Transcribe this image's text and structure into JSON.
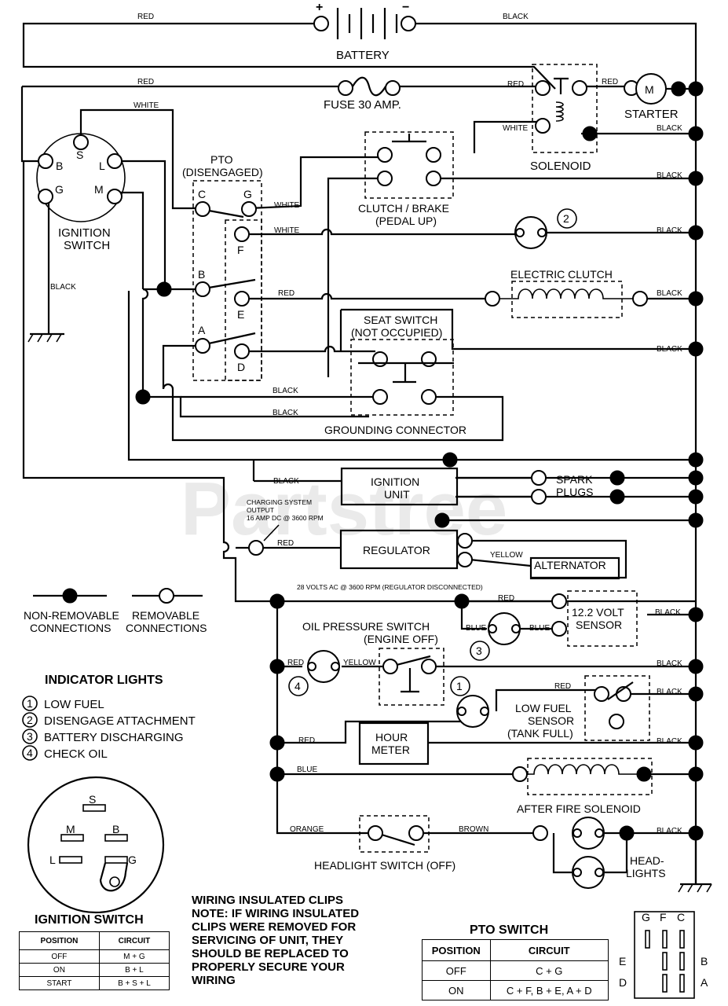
{
  "watermark": "Partstree",
  "labels": {
    "battery": "BATTERY",
    "plus": "+",
    "minus": "−",
    "fuse": "FUSE 30 AMP.",
    "starter": "STARTER",
    "motor": "M",
    "solenoid": "SOLENOID",
    "ignition_switch": [
      "IGNITION",
      "SWITCH"
    ],
    "pto": [
      "PTO",
      "(DISENGAGED)"
    ],
    "clutch_brake": [
      "CLUTCH / BRAKE",
      "(PEDAL UP)"
    ],
    "electric_clutch": "ELECTRIC CLUTCH",
    "seat_switch": [
      "SEAT SWITCH",
      "(NOT OCCUPIED)"
    ],
    "grounding_connector": "GROUNDING CONNECTOR",
    "ignition_unit": [
      "IGNITION",
      "UNIT"
    ],
    "spark_plugs": [
      "SPARK",
      "PLUGS"
    ],
    "charging": [
      "CHARGING SYSTEM",
      "OUTPUT",
      "16 AMP DC @ 3600 RPM"
    ],
    "regulator": "REGULATOR",
    "alternator": "ALTERNATOR",
    "ac_note": "28 VOLTS AC @ 3600 RPM (REGULATOR DISCONNECTED)",
    "volt_sensor": [
      "12.2 VOLT",
      "SENSOR"
    ],
    "oil_pressure": [
      "OIL PRESSURE SWITCH",
      "(ENGINE OFF)"
    ],
    "low_fuel_sensor": [
      "LOW FUEL",
      "SENSOR",
      "(TANK FULL)"
    ],
    "hour_meter": [
      "HOUR",
      "METER"
    ],
    "after_fire": "AFTER FIRE SOLENOID",
    "headlight_switch": "HEADLIGHT SWITCH (OFF)",
    "headlights": [
      "HEAD-",
      "LIGHTS"
    ],
    "non_removable": [
      "NON-REMOVABLE",
      "CONNECTIONS"
    ],
    "removable": [
      "REMOVABLE",
      "CONNECTIONS"
    ]
  },
  "terminals": {
    "ignition": {
      "s": "S",
      "b": "B",
      "l": "L",
      "g": "G",
      "m": "M"
    },
    "pto": {
      "c": "C",
      "g": "G",
      "f": "F",
      "b": "B",
      "e": "E",
      "a": "A",
      "d": "D"
    },
    "pto_face": {
      "g": "G",
      "f": "F",
      "c": "C",
      "e": "E",
      "b": "B",
      "d": "D",
      "a": "A"
    }
  },
  "wires": {
    "red": "RED",
    "black": "BLACK",
    "white": "WHITE",
    "yellow": "YELLOW",
    "blue": "BLUE",
    "orange": "ORANGE",
    "brown": "BROWN"
  },
  "indicator_lights": {
    "title": "INDICATOR LIGHTS",
    "items": [
      {
        "num": "1",
        "label": "LOW FUEL"
      },
      {
        "num": "2",
        "label": "DISENGAGE ATTACHMENT"
      },
      {
        "num": "3",
        "label": "BATTERY DISCHARGING"
      },
      {
        "num": "4",
        "label": "CHECK OIL"
      }
    ]
  },
  "ignition_table": {
    "title": "IGNITION SWITCH",
    "headers": [
      "POSITION",
      "CIRCUIT"
    ],
    "rows": [
      [
        "OFF",
        "M + G"
      ],
      [
        "ON",
        "B + L"
      ],
      [
        "START",
        "B + S + L"
      ]
    ]
  },
  "pto_table": {
    "title": "PTO SWITCH",
    "headers": [
      "POSITION",
      "CIRCUIT"
    ],
    "rows": [
      [
        "OFF",
        "C + G"
      ],
      [
        "ON",
        "C + F, B + E, A + D"
      ]
    ]
  },
  "clips_note": {
    "title": "WIRING INSULATED CLIPS",
    "lines": [
      "NOTE: IF WIRING INSULATED",
      "CLIPS WERE REMOVED FOR",
      "SERVICING OF UNIT, THEY",
      "SHOULD BE REPLACED TO",
      "PROPERLY SECURE YOUR",
      "WIRING"
    ]
  }
}
